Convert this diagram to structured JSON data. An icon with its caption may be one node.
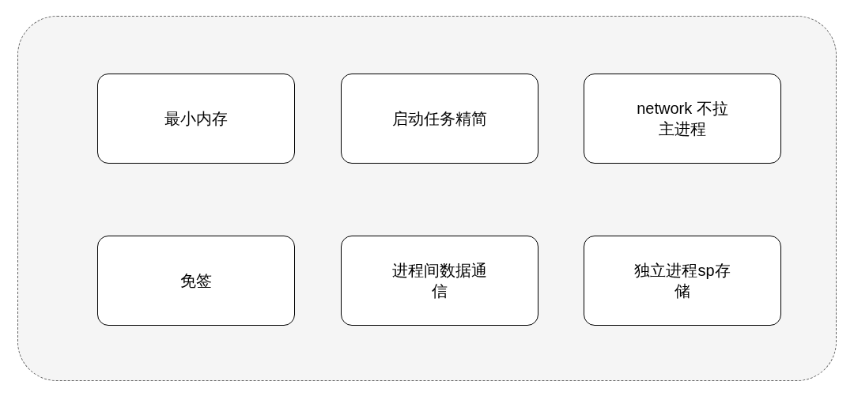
{
  "diagram": {
    "nodes": [
      {
        "text": [],
        "shape": "box"
      },
      {
        "text": [
          "最小内存"
        ],
        "in": 0
      },
      {
        "text": [
          "启动任务精简"
        ],
        "in": 0
      },
      {
        "text": [
          "network 不拉主进程"
        ],
        "in": 0
      },
      {
        "text": [
          "免签"
        ],
        "in": 0
      },
      {
        "text": [
          "进程间数据通信"
        ],
        "in": 0
      },
      {
        "text": [
          "独立进程sp存储"
        ],
        "in": 0
      }
    ]
  }
}
